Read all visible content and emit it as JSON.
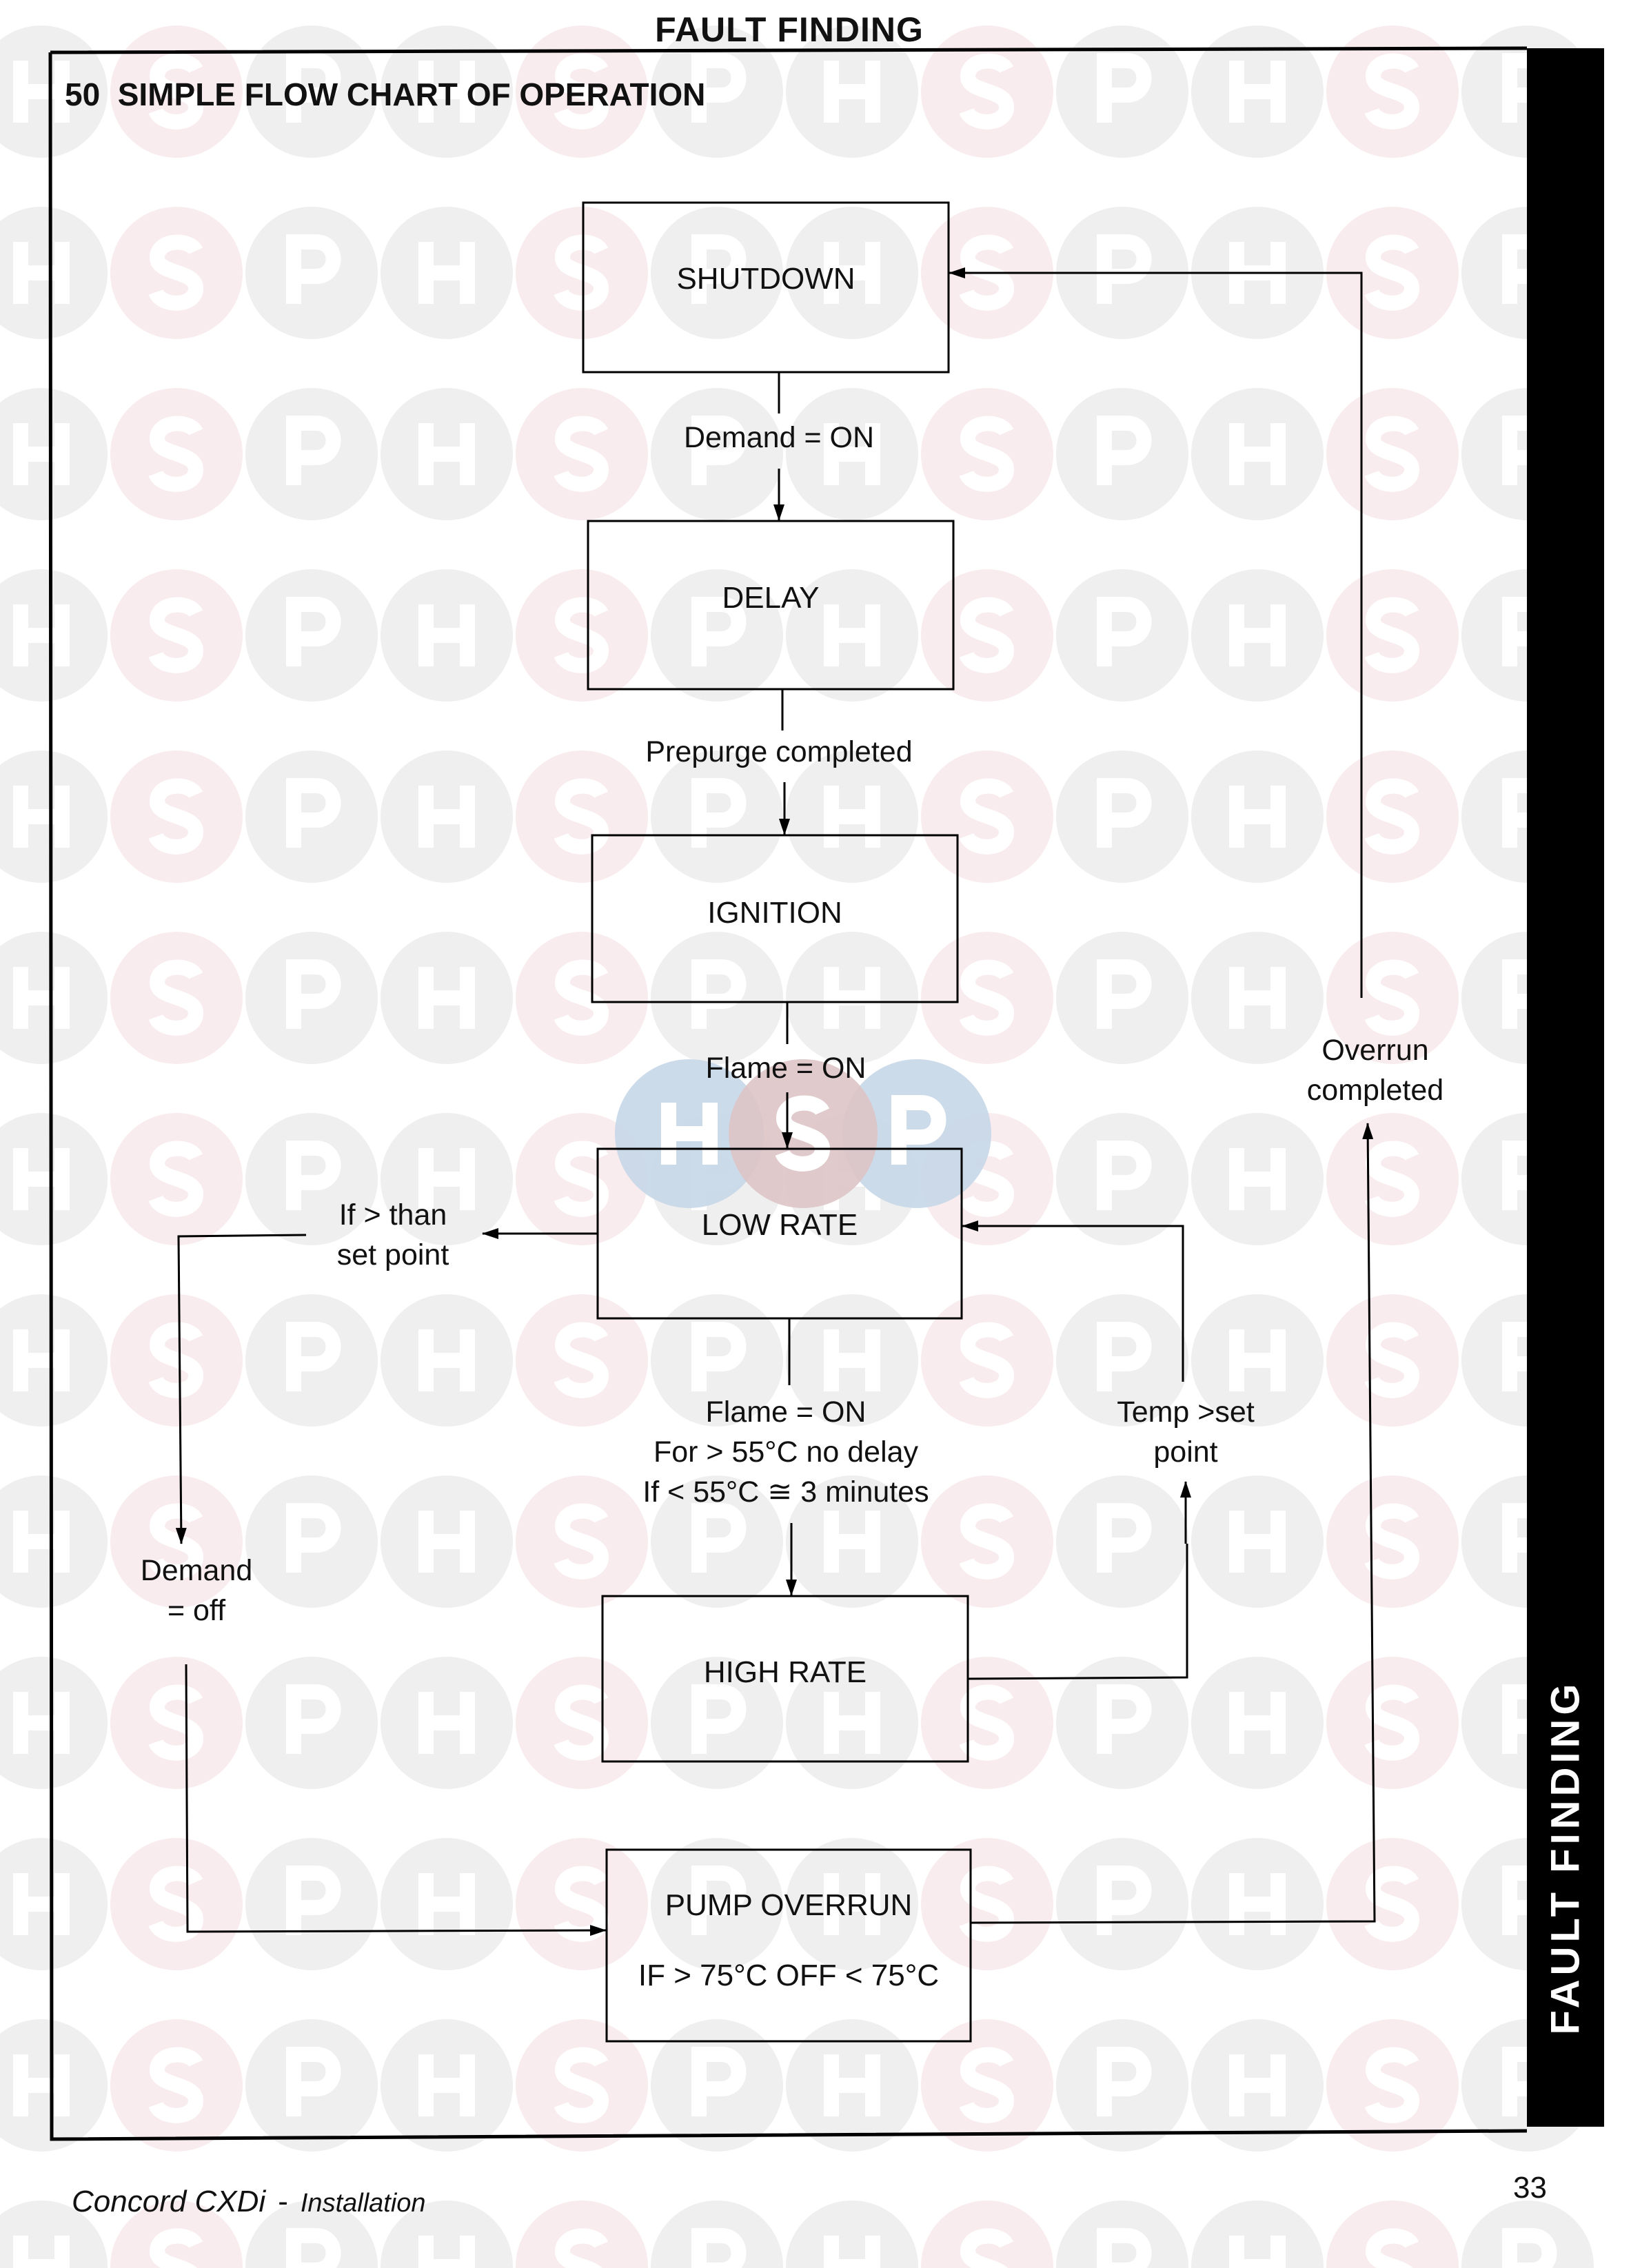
{
  "header": {
    "title": "FAULT FINDING",
    "section_number": "50",
    "section_title": "SIMPLE FLOW CHART OF OPERATION"
  },
  "sidebar": {
    "label": "FAULT FINDING",
    "color": "#000000"
  },
  "watermark": {
    "letters": [
      "H",
      "S",
      "P"
    ],
    "gray_color": "#efefef",
    "pink_color": "#f9ecee",
    "center_blue_color": "#c6d7e8",
    "center_pink_color": "#ddc4c7"
  },
  "flowchart": {
    "nodes": [
      {
        "id": "shutdown",
        "label": "SHUTDOWN"
      },
      {
        "id": "delay",
        "label": "DELAY"
      },
      {
        "id": "ignition",
        "label": "IGNITION"
      },
      {
        "id": "low_rate",
        "label": "LOW RATE"
      },
      {
        "id": "high_rate",
        "label": "HIGH RATE"
      },
      {
        "id": "pump_overrun",
        "label": "PUMP OVERRUN",
        "sublabel": "IF > 75°C OFF < 75°C"
      }
    ],
    "edges": [
      {
        "from": "shutdown",
        "to": "delay",
        "lines": [
          "Demand = ON"
        ]
      },
      {
        "from": "delay",
        "to": "ignition",
        "lines": [
          "Prepurge completed"
        ]
      },
      {
        "from": "ignition",
        "to": "low_rate",
        "lines": [
          "Flame = ON"
        ]
      },
      {
        "from": "low_rate",
        "to": "high_rate",
        "lines": [
          "Flame = ON",
          "For > 55°C no delay",
          "If < 55°C ≅ 3 minutes"
        ]
      },
      {
        "from": "high_rate",
        "to": "low_rate",
        "lines": [
          "Temp >set",
          "point"
        ]
      },
      {
        "from": "low_rate",
        "to": "demand_off",
        "lines": [
          "If > than",
          "set point"
        ]
      },
      {
        "from": "demand_off",
        "to": "pump_overrun",
        "lines": [
          "Demand",
          "= off"
        ]
      },
      {
        "from": "pump_overrun",
        "to": "shutdown",
        "lines": [
          "Overrun",
          "completed"
        ]
      }
    ]
  },
  "footer": {
    "product": "Concord CXDi",
    "separator": "-",
    "document": "Installation",
    "page_number": "33"
  }
}
